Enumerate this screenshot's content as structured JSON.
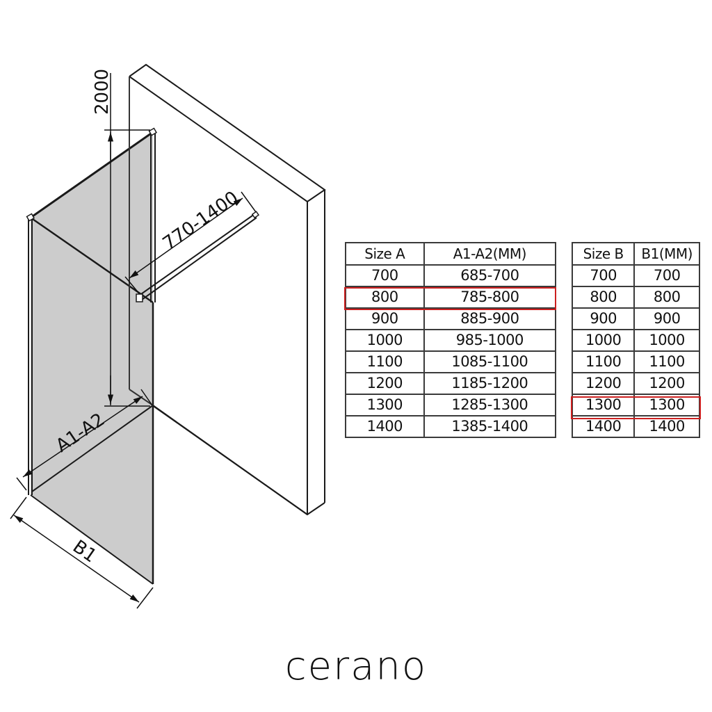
{
  "drawing": {
    "labels": {
      "height": "2000",
      "rail_length": "770-1400",
      "width_a": "A1-A2",
      "width_b": "B1"
    },
    "colors": {
      "glass_fill": "#cccccc",
      "line": "#1a1a1a",
      "highlight": "#cc1f1f"
    }
  },
  "table_a": {
    "headers": [
      "Size  A",
      "A1-A2(MM)"
    ],
    "rows": [
      [
        "700",
        "685-700"
      ],
      [
        "800",
        "785-800"
      ],
      [
        "900",
        "885-900"
      ],
      [
        "1000",
        "985-1000"
      ],
      [
        "1100",
        "1085-1100"
      ],
      [
        "1200",
        "1185-1200"
      ],
      [
        "1300",
        "1285-1300"
      ],
      [
        "1400",
        "1385-1400"
      ]
    ],
    "highlighted_row": "800"
  },
  "table_b": {
    "headers": [
      "Size  B",
      "B1(MM)"
    ],
    "rows": [
      [
        "700",
        "700"
      ],
      [
        "800",
        "800"
      ],
      [
        "900",
        "900"
      ],
      [
        "1000",
        "1000"
      ],
      [
        "1100",
        "1100"
      ],
      [
        "1200",
        "1200"
      ],
      [
        "1300",
        "1300"
      ],
      [
        "1400",
        "1400"
      ]
    ],
    "highlighted_row": "1300"
  },
  "brand": {
    "name": "cerano"
  }
}
